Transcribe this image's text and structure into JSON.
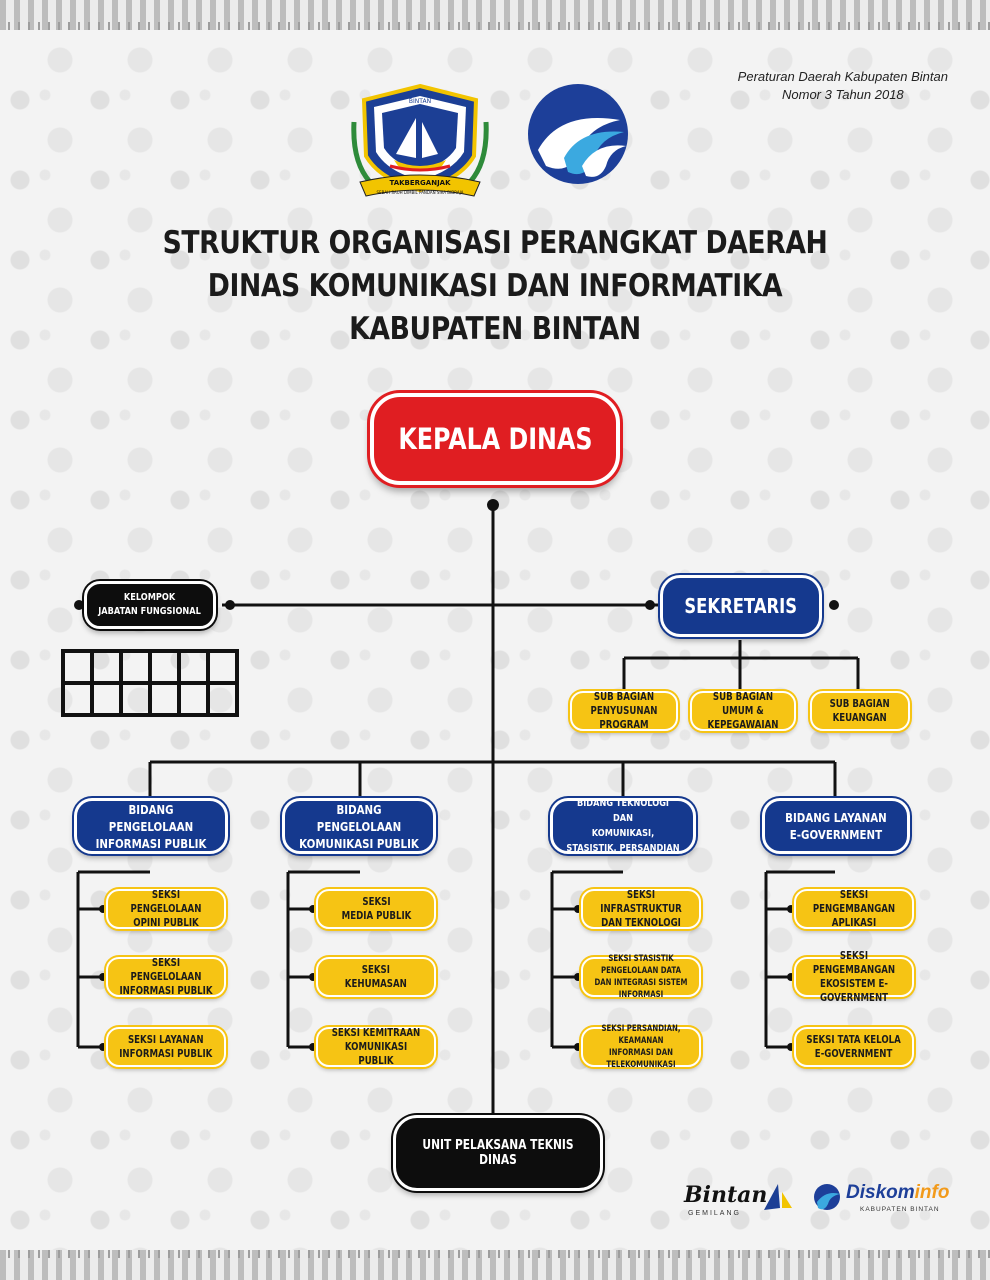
{
  "regulation": {
    "line1": "Peraturan Daerah Kabupaten Bintan",
    "line2": "Nomor 3 Tahun 2018"
  },
  "logos": {
    "emblem": {
      "top_text": "BINTAN",
      "motto": "TAKBERGANJAK",
      "motto2": "SEBAH SAUH DIMBIL PANDAN SIRA BIDRAJA"
    },
    "footer_left": {
      "name": "Bintan",
      "tag": "GEMILANG"
    },
    "footer_right": {
      "name": "Diskom",
      "name_suffix": "info",
      "tag": "KABUPATEN BINTAN"
    }
  },
  "title": {
    "line1": "STRUKTUR ORGANISASI PERANGKAT DAERAH",
    "line2": "DINAS KOMUNIKASI DAN INFORMATIKA",
    "line3": "KABUPATEN BINTAN"
  },
  "head": "KEPALA DINAS",
  "kelompok": "KELOMPOK\nJABATAN FUNGSIONAL",
  "sekretaris": "SEKRETARIS",
  "sub_bagian": [
    "SUB BAGIAN\nPENYUSUNAN PROGRAM",
    "SUB BAGIAN\nUMUM & KEPEGAWAIAN",
    "SUB BAGIAN\nKEUANGAN"
  ],
  "bidang": [
    {
      "name": "BIDANG PENGELOLAAN\nINFORMASI PUBLIK",
      "seksi": [
        "SEKSI PENGELOLAAN\nOPINI PUBLIK",
        "SEKSI PENGELOLAAN\nINFORMASI PUBLIK",
        "SEKSI LAYANAN\nINFORMASI PUBLIK"
      ]
    },
    {
      "name": "BIDANG PENGELOLAAN\nKOMUNIKASI PUBLIK",
      "seksi": [
        "SEKSI\nMEDIA PUBLIK",
        "SEKSI\nKEHUMASAN",
        "SEKSI KEMITRAAN\nKOMUNIKASI PUBLIK"
      ]
    },
    {
      "name": "BIDANG TEKNOLOGI DAN\nKOMUNIKASI, STASISTIK, PERSANDIAN",
      "seksi": [
        "SEKSI INFRASTRUKTUR\nDAN TEKNOLOGI",
        "SEKSI STASISTIK PENGELOLAAN DATA\nDAN INTEGRASI SISTEM INFORMASI",
        "SEKSI PERSANDIAN, KEAMANAN\nINFORMASI DAN TELEKOMUNIKASI"
      ]
    },
    {
      "name": "BIDANG LAYANAN\nE-GOVERNMENT",
      "seksi": [
        "SEKSI\nPENGEMBANGAN APLIKASI",
        "SEKSI PENGEMBANGAN\nEKOSISTEM E-GOVERNMENT",
        "SEKSI TATA KELOLA\nE-GOVERNMENT"
      ]
    }
  ],
  "upt": "UNIT PELAKSANA TEKNIS DINAS",
  "colors": {
    "head": "#e01e22",
    "blue": "#15398e",
    "yellow": "#f6c414",
    "black": "#0d0d0d"
  }
}
